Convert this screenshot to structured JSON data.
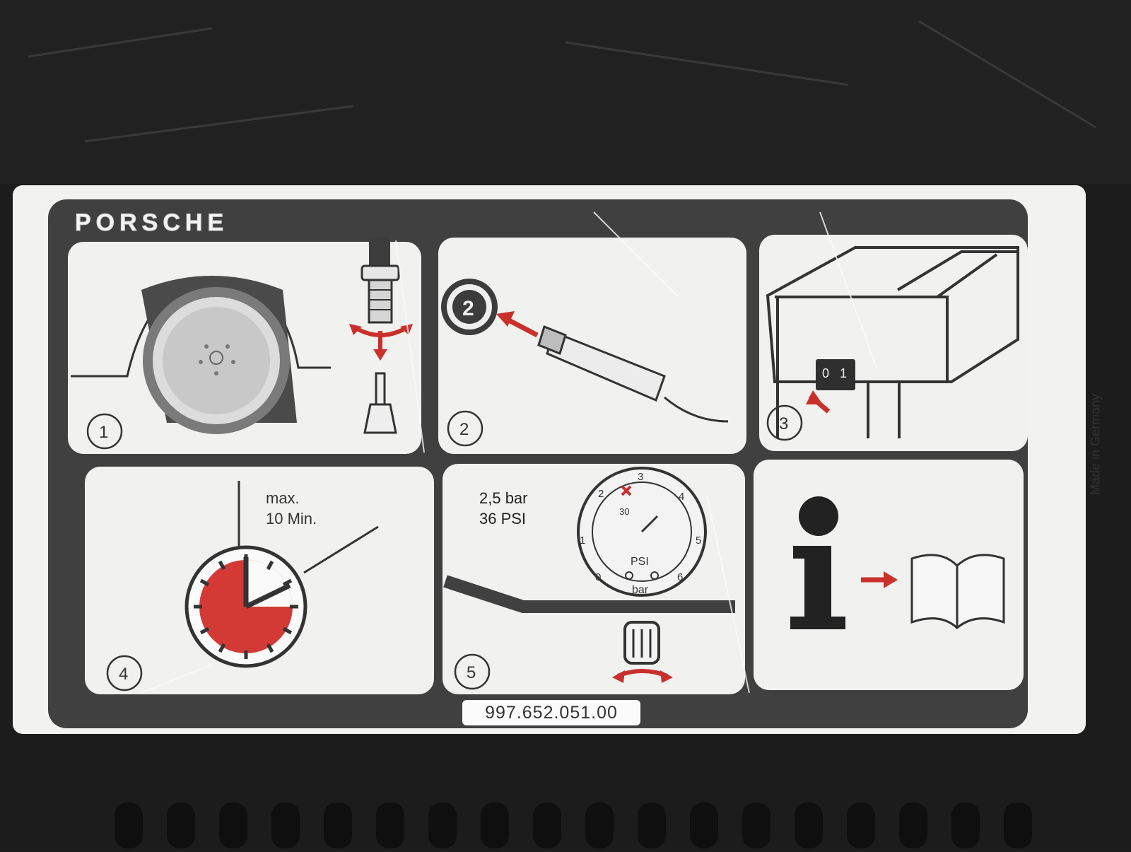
{
  "label": {
    "brand": "PORSCHE",
    "part_number": "997.652.051.00",
    "origin": "Made in Germany",
    "colors": {
      "accent": "#c9302c",
      "panel": "#f1f1ef",
      "frame": "#3e3f3f",
      "housing": "#1c1d1c"
    }
  },
  "steps": [
    {
      "number": "1",
      "icon": "tire-valve-icon"
    },
    {
      "number": "2",
      "icon": "power-plug-icon"
    },
    {
      "number": "3",
      "icon": "power-switch-icon",
      "switch_labels": [
        "0",
        "1"
      ]
    },
    {
      "number": "4",
      "icon": "timer-clock-icon",
      "text_line1": "max.",
      "text_line2": "10 Min."
    },
    {
      "number": "5",
      "icon": "pressure-gauge-icon",
      "text_line1": "2,5 bar",
      "text_line2": "36 PSI",
      "gauge": {
        "outer_ticks": [
          "0",
          "1",
          "2",
          "3",
          "4",
          "5",
          "6"
        ],
        "inner_label": "30",
        "unit_top": "PSI",
        "unit_bottom": "bar"
      }
    },
    {
      "number": "",
      "icon": "info-manual-icon"
    }
  ]
}
